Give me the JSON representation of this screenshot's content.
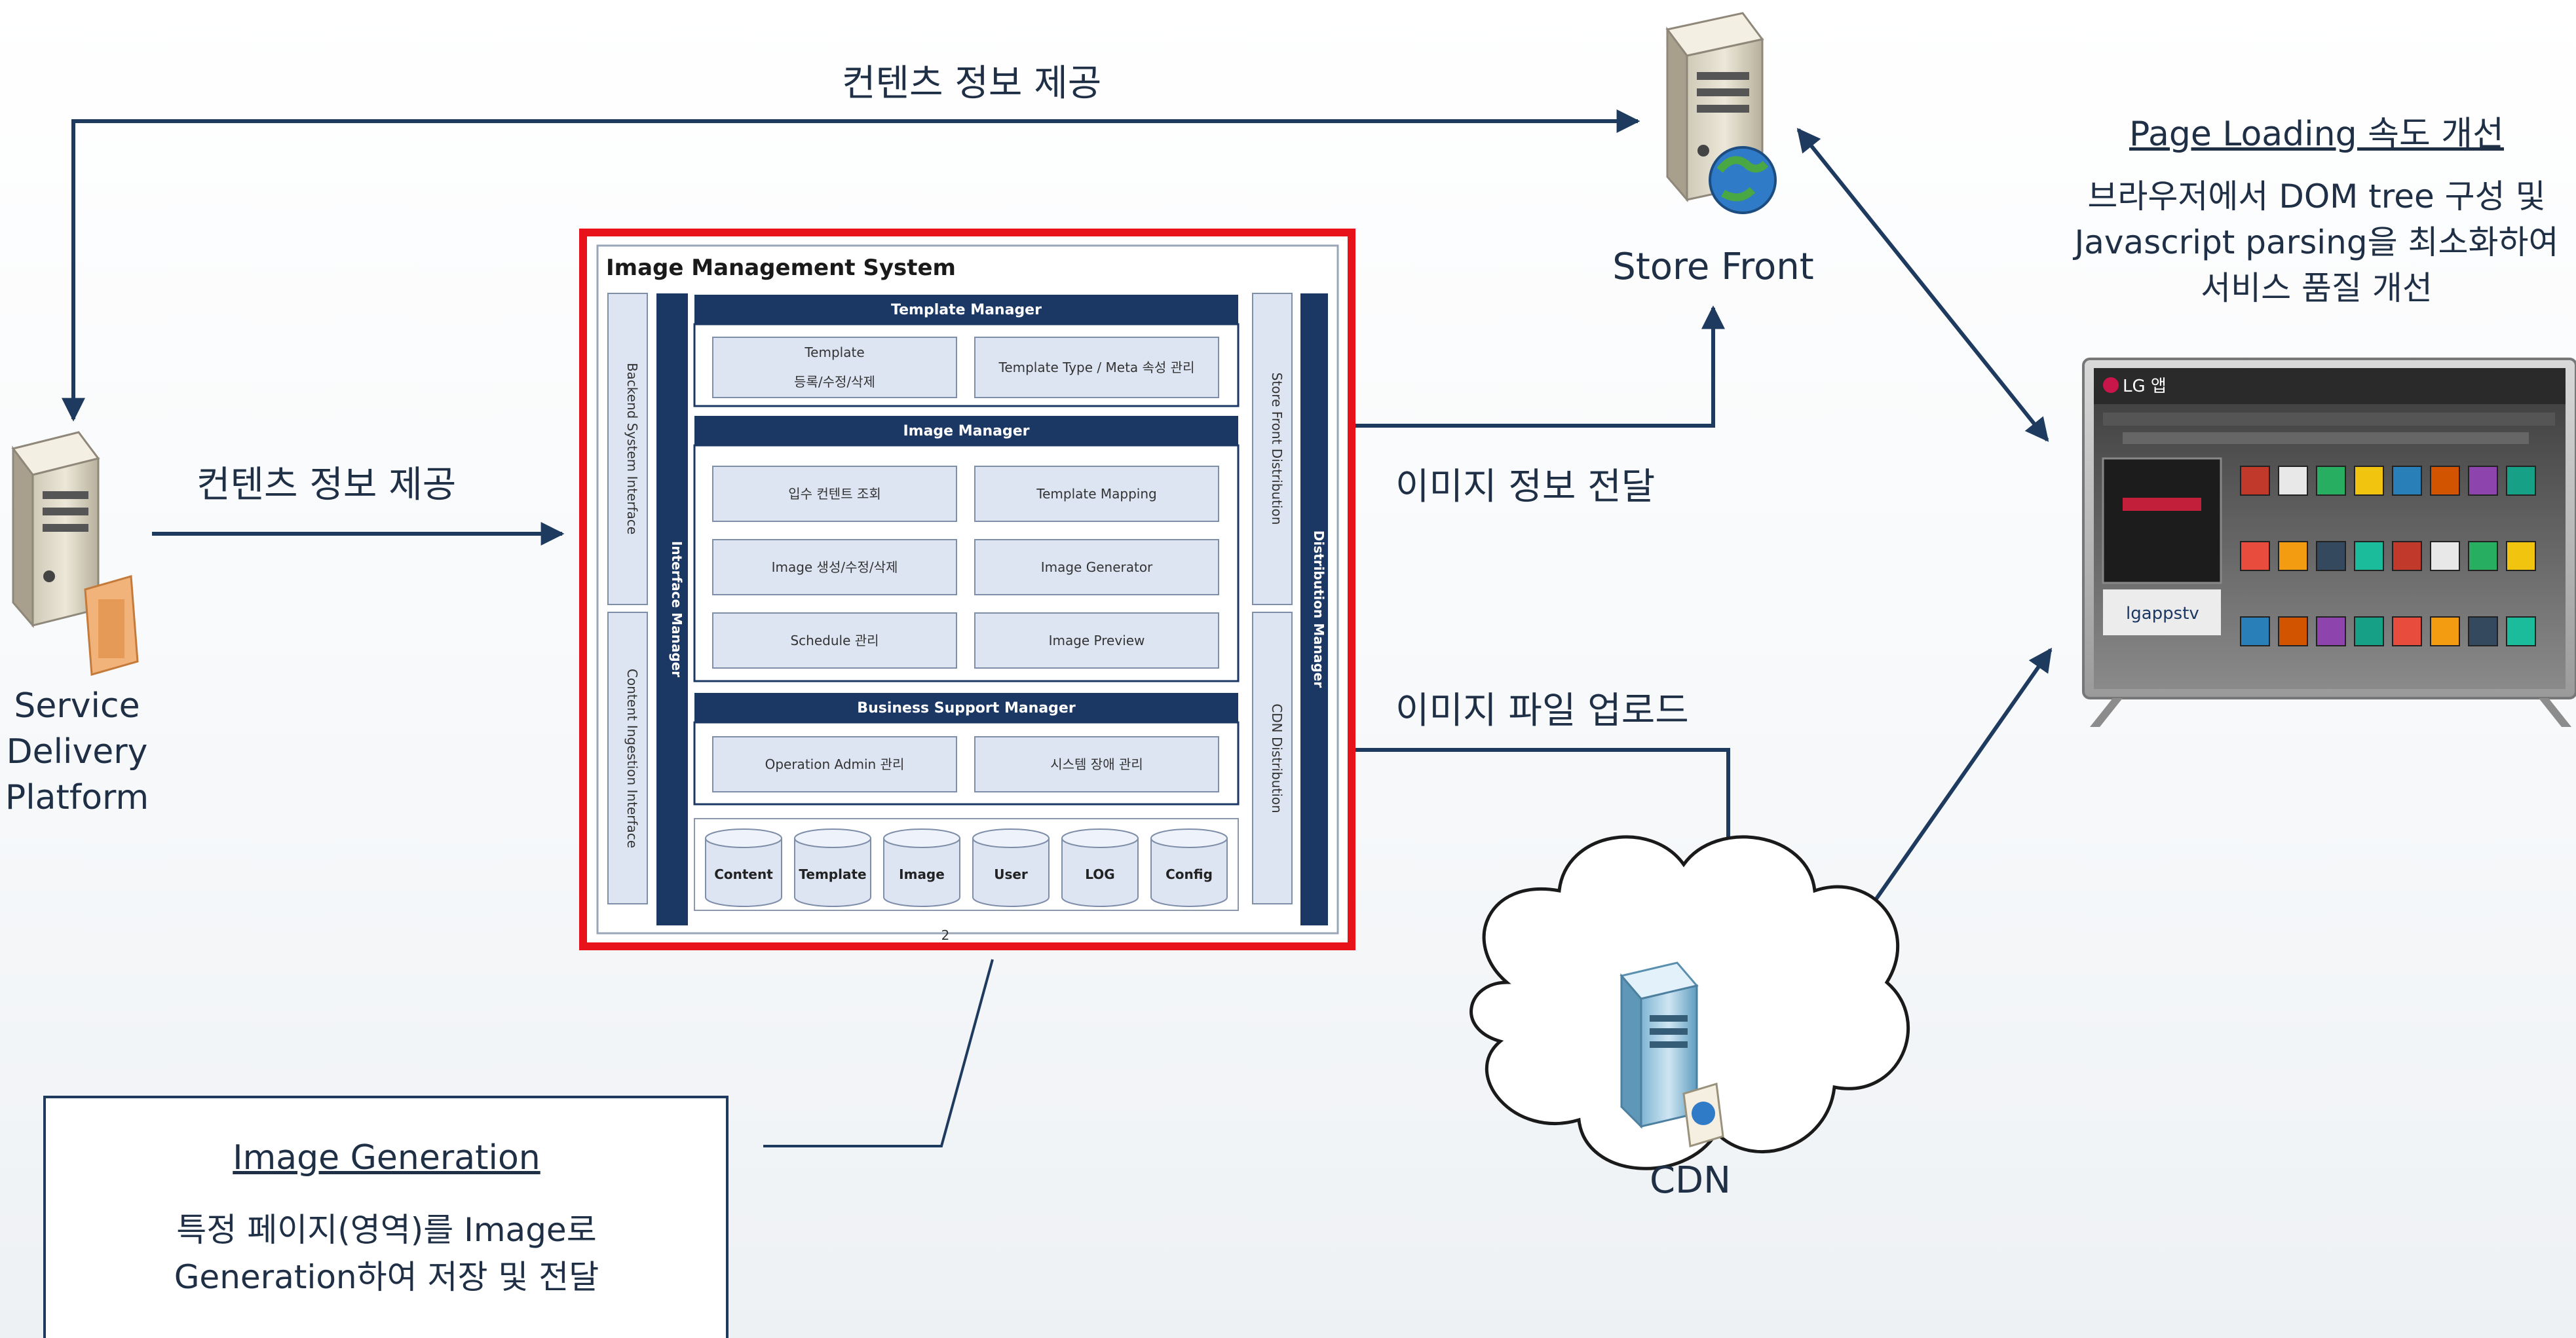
{
  "labels": {
    "top_flow": "컨텐츠 정보 제공",
    "left_flow": "컨텐츠 정보 제공",
    "image_info": "이미지 정보 전달",
    "image_upload": "이미지 파일 업로드",
    "store_front": "Store Front",
    "cdn": "CDN",
    "sdp_line1": "Service",
    "sdp_line2": "Delivery",
    "sdp_line3": "Platform"
  },
  "page_loading": {
    "title": "Page Loading 속도 개선",
    "line1": "브라우저에서 DOM tree 구성 및",
    "line2": "Javascript parsing을 최소화하여",
    "line3": "서비스 품질 개선"
  },
  "image_generation": {
    "title": "Image Generation",
    "line1": "특정 페이지(영역)를 Image로",
    "line2": "Generation하여 저장 및 전달"
  },
  "ims": {
    "title": "Image Management System",
    "page_number": "2",
    "left_column": {
      "interface_manager": "Interface Manager",
      "backend": "Backend System Interface",
      "ingestion": "Content Ingestion Interface"
    },
    "right_column": {
      "distribution_manager": "Distribution Manager",
      "store_front_dist": "Store Front Distribution",
      "cdn_dist": "CDN Distribution"
    },
    "template_manager": {
      "header": "Template Manager",
      "item1_line1": "Template",
      "item1_line2": "등록/수정/삭제",
      "item2": "Template Type / Meta 속성 관리"
    },
    "image_manager": {
      "header": "Image Manager",
      "items": [
        "입수 컨텐트 조회",
        "Template Mapping",
        "Image 생성/수정/삭제",
        "Image Generator",
        "Schedule 관리",
        "Image Preview"
      ]
    },
    "business_support": {
      "header": "Business Support Manager",
      "items": [
        "Operation Admin 관리",
        "시스템 장애 관리"
      ]
    },
    "databases": [
      "Content",
      "Template",
      "Image",
      "User",
      "LOG",
      "Config"
    ]
  },
  "tv": {
    "brand": "LG 앱",
    "promo": "lgappstv"
  },
  "colors": {
    "arrow": "#1f3a5f",
    "ims_border": "#e8121a",
    "header_bar": "#1b3764",
    "box_fill": "#dde5f3",
    "text": "#1f2f45"
  }
}
